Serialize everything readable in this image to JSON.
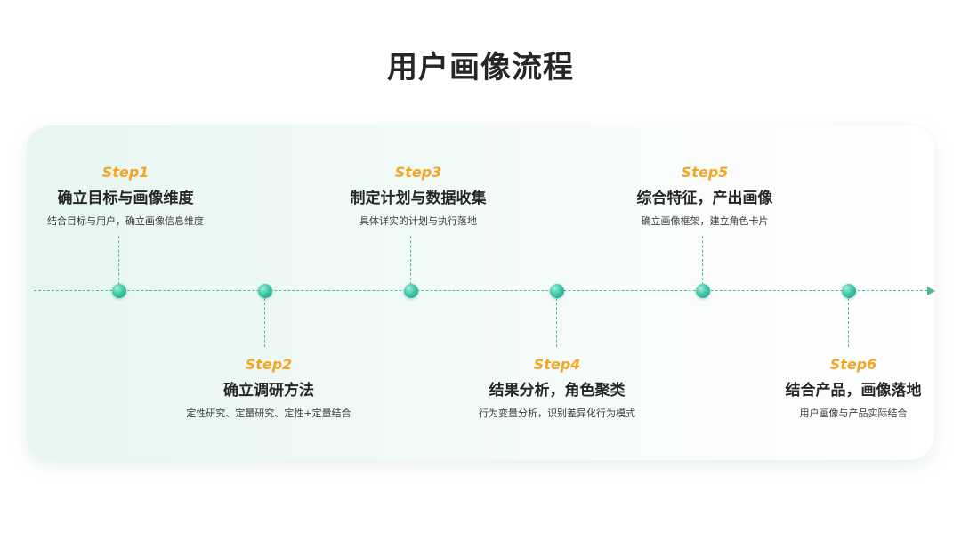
{
  "title": "用户画像流程",
  "colors": {
    "accent": "#f5a623",
    "node": "#3ec7a8",
    "line": "#59b9a3",
    "text": "#262626"
  },
  "steps": [
    {
      "tag": "Step1",
      "title": "确立目标与画像维度",
      "desc": "结合目标与用户，确立画像信息维度"
    },
    {
      "tag": "Step2",
      "title": "确立调研方法",
      "desc": "定性研究、定量研究、定性+定量结合"
    },
    {
      "tag": "Step3",
      "title": "制定计划与数据收集",
      "desc": "具体详实的计划与执行落地"
    },
    {
      "tag": "Step4",
      "title": "结果分析，角色聚类",
      "desc": "行为变量分析，识别差异化行为模式"
    },
    {
      "tag": "Step5",
      "title": "综合特征，产出画像",
      "desc": "确立画像框架，建立角色卡片"
    },
    {
      "tag": "Step6",
      "title": "结合产品，画像落地",
      "desc": "用户画像与产品实际结合"
    }
  ]
}
